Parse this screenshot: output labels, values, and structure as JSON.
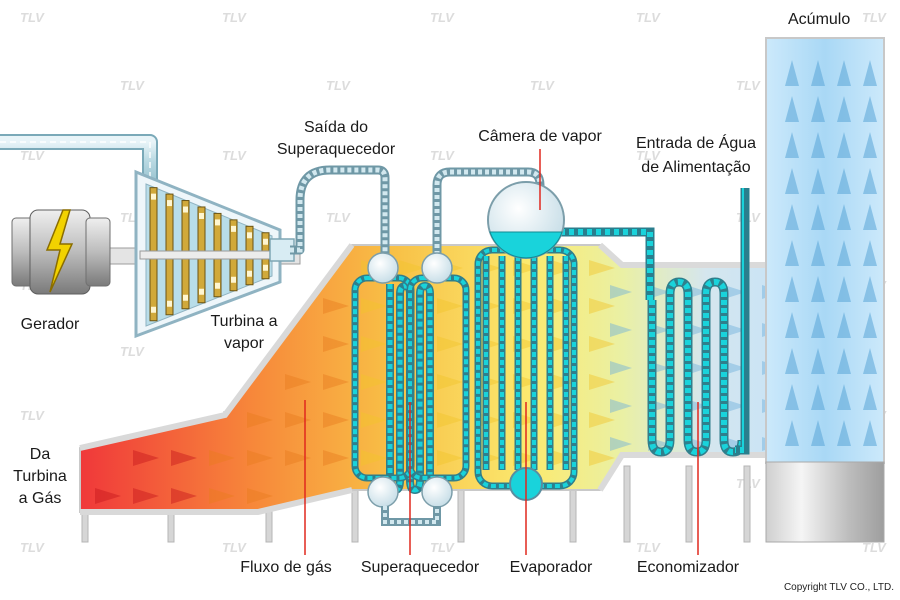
{
  "labels": {
    "acumulo": "Acúmulo",
    "saida_line1": "Saída do",
    "saida_line2": "Superaquecedor",
    "camera": "Câmera de vapor",
    "entrada_line1": "Entrada de Água",
    "entrada_line2": "de Alimentação",
    "gerador": "Gerador",
    "turbina_line1": "Turbina a",
    "turbina_line2": "vapor",
    "da_line1": "Da",
    "da_line2": "Turbina",
    "da_line3": "a Gás",
    "fluxo": "Fluxo de gás",
    "superaquecedor": "Superaquecedor",
    "evaporador": "Evaporador",
    "economizador": "Economizador"
  },
  "copyright": "Copyright TLV CO., LTD.",
  "watermark": "TLV",
  "colors": {
    "water": "#19d3db",
    "pipe_outline": "#5a8ea0",
    "gas_hot": "#f0383a",
    "gas_warm": "#f6b43a",
    "gas_cool": "#fbf07a",
    "stack_blue": "#bfe3f8",
    "leader_line": "#e0281f"
  },
  "icons": {
    "generator_bolt": "lightning-bolt-icon"
  }
}
